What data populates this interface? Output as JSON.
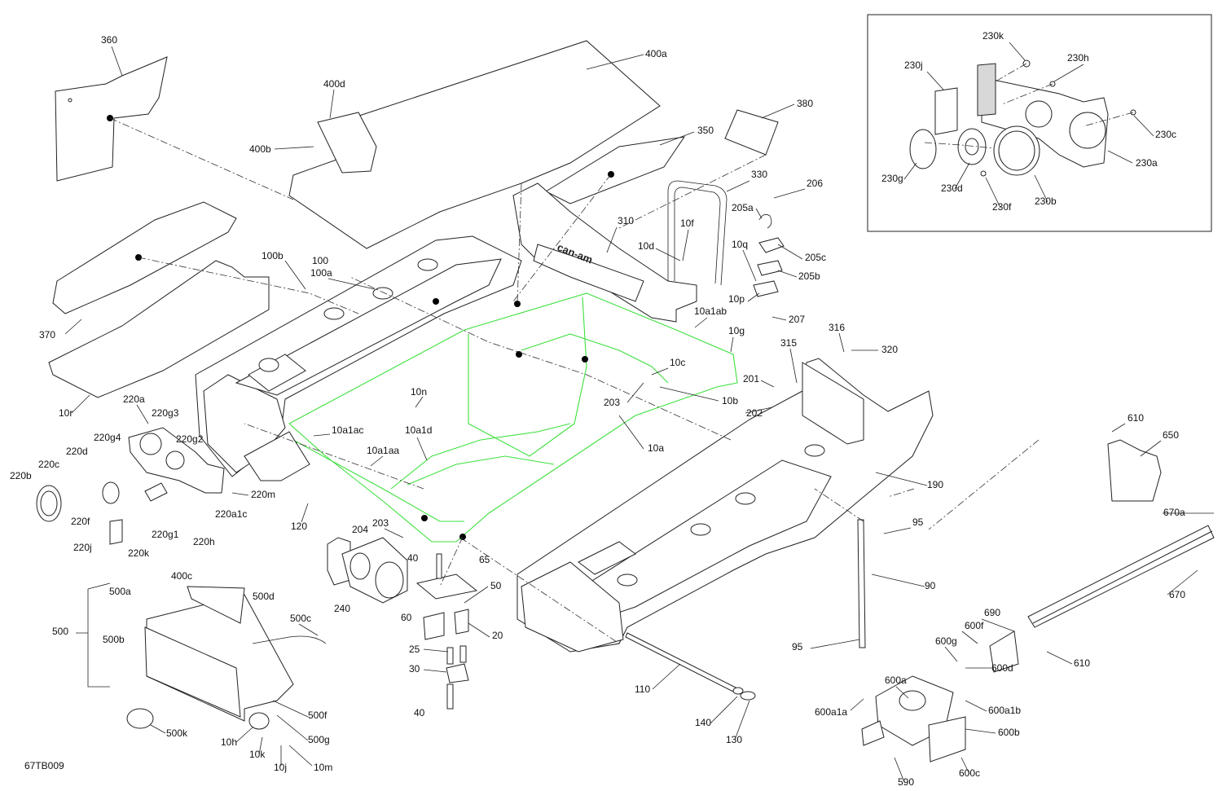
{
  "diagram": {
    "code": "67TB009",
    "brand_text": "can-am",
    "labels": {
      "l360": "360",
      "l400a": "400a",
      "l400d": "400d",
      "l400b": "400b",
      "l380": "380",
      "l350": "350",
      "l330": "330",
      "l206": "206",
      "l205a": "205a",
      "l205c": "205c",
      "l205b": "205b",
      "l10q": "10q",
      "l10p": "10p",
      "l207": "207",
      "l310": "310",
      "l10f": "10f",
      "l10d": "10d",
      "l100b": "100b",
      "l100": "100",
      "l100a": "100a",
      "l370": "370",
      "l10r": "10r",
      "l10a1ab": "10a1ab",
      "l10g": "10g",
      "l316": "316",
      "l320": "320",
      "l315": "315",
      "l10c": "10c",
      "l201": "201",
      "l203a": "203",
      "l10b": "10b",
      "l202": "202",
      "l10n": "10n",
      "l10a1ac": "10a1ac",
      "l10a1d": "10a1d",
      "l10a1aa": "10a1aa",
      "l10a": "10a",
      "l220a": "220a",
      "l220g3": "220g3",
      "l220g4": "220g4",
      "l220g2": "220g2",
      "l220d": "220d",
      "l220c": "220c",
      "l220b": "220b",
      "l220m": "220m",
      "l220a1c": "220a1c",
      "l220f": "220f",
      "l220g1": "220g1",
      "l220h": "220h",
      "l220j": "220j",
      "l220k": "220k",
      "l120": "120",
      "l203b": "203",
      "l204": "204",
      "l40a": "40",
      "l65": "65",
      "l240": "240",
      "l60": "60",
      "l50": "50",
      "l20": "20",
      "l25": "25",
      "l30": "30",
      "l40b": "40",
      "l190": "190",
      "l610a": "610",
      "l650": "650",
      "l670a": "670a",
      "l670": "670",
      "l95a": "95",
      "l90": "90",
      "l95b": "95",
      "l110": "110",
      "l140": "140",
      "l130": "130",
      "l690": "690",
      "l600f": "600f",
      "l600g": "600g",
      "l600d": "600d",
      "l610b": "610",
      "l600a": "600a",
      "l600a1a": "600a1a",
      "l600a1b": "600a1b",
      "l600b": "600b",
      "l600c": "600c",
      "l590": "590",
      "l400c": "400c",
      "l500a": "500a",
      "l500d": "500d",
      "l500": "500",
      "l500c": "500c",
      "l500b": "500b",
      "l500f": "500f",
      "l500g": "500g",
      "l500k": "500k",
      "l10h": "10h",
      "l10k": "10k",
      "l10j": "10j",
      "l10m": "10m",
      "l230k": "230k",
      "l230j": "230j",
      "l230h": "230h",
      "l230c": "230c",
      "l230a": "230a",
      "l230g": "230g",
      "l230d": "230d",
      "l230f": "230f",
      "l230b": "230b"
    }
  }
}
